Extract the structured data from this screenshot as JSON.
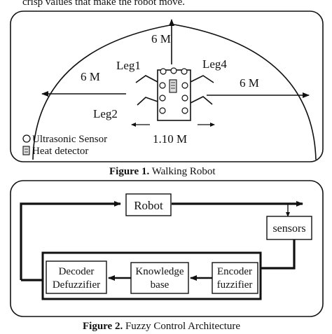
{
  "top_text": "crisp values that make the robot move.",
  "figure1": {
    "label_top": "6 M",
    "label_left": "6 M",
    "label_right": "6 M",
    "leg1": "Leg1",
    "leg2": "Leg2",
    "leg4": "Leg4",
    "width": "1.10 M",
    "legend_ultrasonic": "Ultrasonic Sensor",
    "legend_heat": "Heat detector",
    "caption_bold": "Figure 1.",
    "caption_text": " Walking Robot"
  },
  "figure2": {
    "robot": "Robot",
    "sensors": "sensors",
    "decoder_line1": "Decoder",
    "decoder_line2": "Defuzzifier",
    "knowledge_line1": "Knowledge",
    "knowledge_line2": "base",
    "encoder_line1": "Encoder",
    "encoder_line2": "fuzzifier",
    "caption_bold": "Figure 2.",
    "caption_text": " Fuzzy Control Architecture"
  }
}
